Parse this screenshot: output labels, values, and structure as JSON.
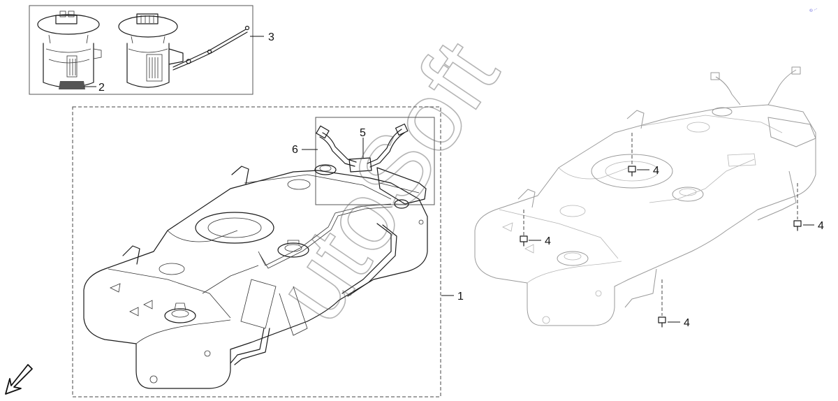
{
  "callouts": {
    "tank_assembly": "1",
    "pump_sender": "2",
    "fuel_line": "3",
    "bolt_a": "4",
    "bolt_b": "4",
    "bolt_c": "4",
    "bolt_d": "4",
    "breather_valve": "5",
    "vent_hose": "6"
  },
  "watermark": {
    "text": "utoSoft",
    "corner_text": "© ..."
  },
  "colors": {
    "line": "#1a1a1a",
    "ghost_line": "#9a9a9a",
    "watermark": "#555555",
    "corner_mark": "#3b3bd0"
  },
  "icons": {
    "orientation_arrow": "arrow-down-left-icon"
  }
}
